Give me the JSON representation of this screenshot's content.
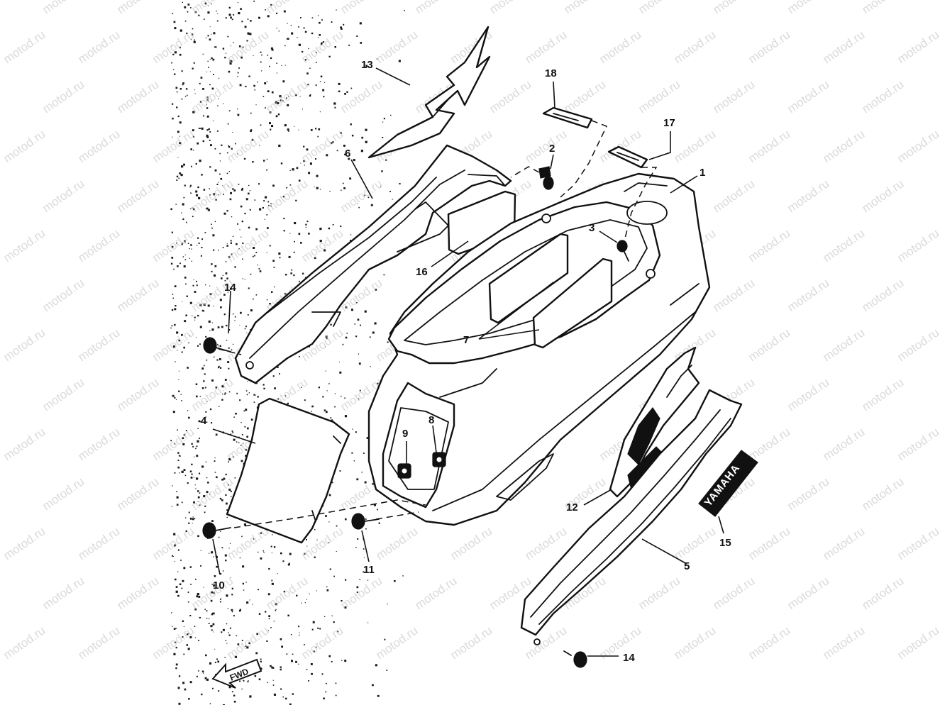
{
  "watermark": "motod.ru",
  "fwd_label": "FWD",
  "brand_decal_text": "YAMAHA",
  "callouts": {
    "p1": "1",
    "p2": "2",
    "p3": "3",
    "p4": "4",
    "p5": "5",
    "p6": "6",
    "p7": "7",
    "p8": "8",
    "p9": "9",
    "p10": "10",
    "p11": "11",
    "p12": "12",
    "p13": "13",
    "p14a": "14",
    "p14b": "14",
    "p15": "15",
    "p16": "16",
    "p17": "17",
    "p18": "18"
  }
}
